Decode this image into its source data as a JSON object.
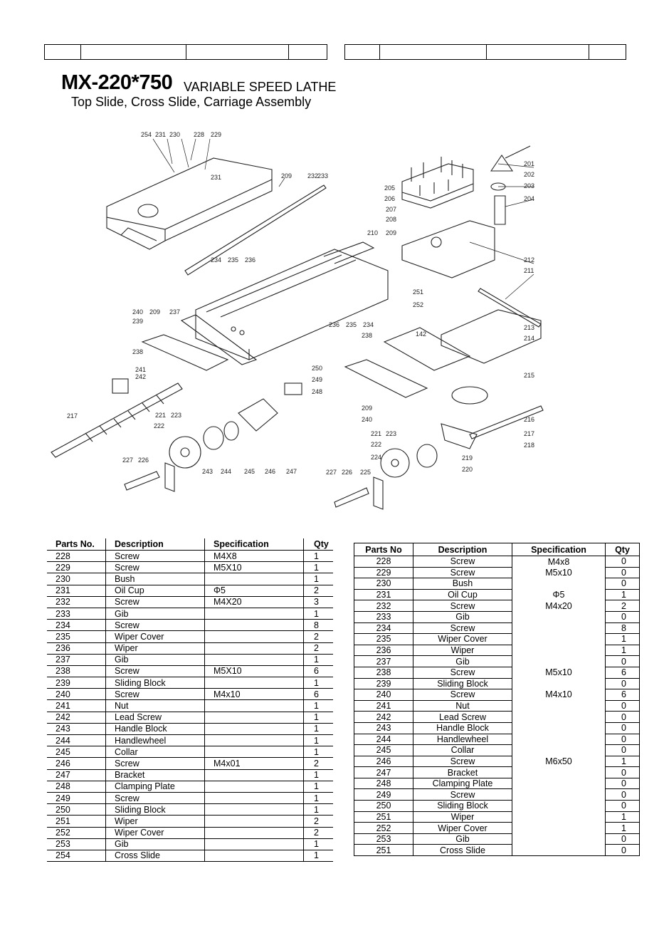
{
  "document": {
    "model": "MX-220*750",
    "subtitle": "VARIABLE SPEED LATHE",
    "assembly": "Top Slide, Cross Slide, Carriage Assembly"
  },
  "diagram": {
    "callouts": [
      "254",
      "231",
      "230",
      "228",
      "229",
      "231",
      "209",
      "232",
      "233",
      "205",
      "206",
      "207",
      "208",
      "210",
      "209",
      "201",
      "202",
      "203",
      "204",
      "234",
      "235",
      "236",
      "212",
      "211",
      "251",
      "252",
      "240",
      "209",
      "237",
      "239",
      "236",
      "235",
      "234",
      "238",
      "142",
      "213",
      "214",
      "238",
      "241",
      "242",
      "250",
      "249",
      "248",
      "215",
      "217",
      "221",
      "223",
      "222",
      "209",
      "240",
      "216",
      "217",
      "218",
      "227",
      "226",
      "243",
      "244",
      "245",
      "246",
      "247",
      "221",
      "223",
      "222",
      "224",
      "219",
      "220",
      "227",
      "226",
      "225"
    ]
  },
  "table_left": {
    "headers": [
      "Parts No.",
      "Description",
      "Specification",
      "Qty"
    ],
    "rows": [
      [
        "228",
        "Screw",
        "M4X8",
        "1"
      ],
      [
        "229",
        "Screw",
        "M5X10",
        "1"
      ],
      [
        "230",
        "Bush",
        "",
        "1"
      ],
      [
        "231",
        "Oil Cup",
        "Φ5",
        "2"
      ],
      [
        "232",
        "Screw",
        "M4X20",
        "3"
      ],
      [
        "233",
        "Gib",
        "",
        "1"
      ],
      [
        "234",
        "Screw",
        "",
        "8"
      ],
      [
        "235",
        "Wiper Cover",
        "",
        "2"
      ],
      [
        "236",
        "Wiper",
        "",
        "2"
      ],
      [
        "237",
        "Gib",
        "",
        "1"
      ],
      [
        "238",
        "Screw",
        "M5X10",
        "6"
      ],
      [
        "239",
        "Sliding Block",
        "",
        "1"
      ],
      [
        "240",
        "Screw",
        "M4x10",
        "6"
      ],
      [
        "241",
        "Nut",
        "",
        "1"
      ],
      [
        "242",
        "Lead Screw",
        "",
        "1"
      ],
      [
        "243",
        "Handle Block",
        "",
        "1"
      ],
      [
        "244",
        "Handlewheel",
        "",
        "1"
      ],
      [
        "245",
        "Collar",
        "",
        "1"
      ],
      [
        "246",
        "Screw",
        "M4x01",
        "2"
      ],
      [
        "247",
        "Bracket",
        "",
        "1"
      ],
      [
        "248",
        "Clamping Plate",
        "",
        "1"
      ],
      [
        "249",
        "Screw",
        "",
        "1"
      ],
      [
        "250",
        "Sliding Block",
        "",
        "1"
      ],
      [
        "251",
        "Wiper",
        "",
        "2"
      ],
      [
        "252",
        "Wiper Cover",
        "",
        "2"
      ],
      [
        "253",
        "Gib",
        "",
        "1"
      ],
      [
        "254",
        "Cross Slide",
        "",
        "1"
      ]
    ]
  },
  "table_right": {
    "headers": [
      "Parts No",
      "Description",
      "Specification",
      "Qty"
    ],
    "rows": [
      [
        "228",
        "Screw",
        "M4x8",
        "0"
      ],
      [
        "229",
        "Screw",
        "M5x10",
        "0"
      ],
      [
        "230",
        "Bush",
        "",
        "0"
      ],
      [
        "231",
        "Oil Cup",
        "Φ5",
        "1"
      ],
      [
        "232",
        "Screw",
        "M4x20",
        "2"
      ],
      [
        "233",
        "Gib",
        "",
        "0"
      ],
      [
        "234",
        "Screw",
        "",
        "8"
      ],
      [
        "235",
        "Wiper Cover",
        "",
        "1"
      ],
      [
        "236",
        "Wiper",
        "",
        "1"
      ],
      [
        "237",
        "Gib",
        "",
        "0"
      ],
      [
        "238",
        "Screw",
        "M5x10",
        "6"
      ],
      [
        "239",
        "Sliding Block",
        "",
        "0"
      ],
      [
        "240",
        "Screw",
        "M4x10",
        "6"
      ],
      [
        "241",
        "Nut",
        "",
        "0"
      ],
      [
        "242",
        "Lead Screw",
        "",
        "0"
      ],
      [
        "243",
        "Handle Block",
        "",
        "0"
      ],
      [
        "244",
        "Handlewheel",
        "",
        "0"
      ],
      [
        "245",
        "Collar",
        "",
        "0"
      ],
      [
        "246",
        "Screw",
        "M6x50",
        "1"
      ],
      [
        "247",
        "Bracket",
        "",
        "0"
      ],
      [
        "248",
        "Clamping Plate",
        "",
        "0"
      ],
      [
        "249",
        "Screw",
        "",
        "0"
      ],
      [
        "250",
        "Sliding Block",
        "",
        "0"
      ],
      [
        "251",
        "Wiper",
        "",
        "1"
      ],
      [
        "252",
        "Wiper Cover",
        "",
        "1"
      ],
      [
        "253",
        "Gib",
        "",
        "0"
      ],
      [
        "251",
        "Cross Slide",
        "",
        "0"
      ]
    ]
  }
}
